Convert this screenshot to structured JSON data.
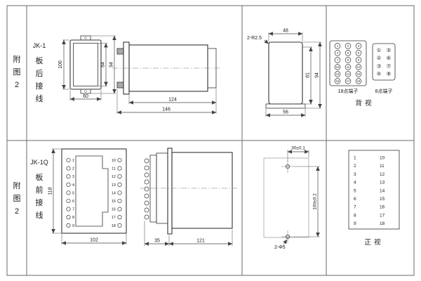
{
  "figure": {
    "row1": {
      "fig_label": [
        "附",
        "图",
        "2"
      ],
      "model": "JK-1",
      "wiring": [
        "板",
        "后",
        "接",
        "线"
      ],
      "front_view": {
        "dim_height": "106",
        "dim_inner": "84",
        "dim_outer": "94",
        "dim_width": "60"
      },
      "side_view": {
        "dim_body": "124",
        "dim_total": "146"
      },
      "cutout": {
        "note": "2-R2.5",
        "dim_top": "48",
        "dim_h1": "81",
        "dim_h2": "94",
        "dim_bottom": "56"
      },
      "terminals": {
        "t18_label": "18点端子",
        "t8_label": "8点端子",
        "view_label": "背视",
        "t18_numbers": [
          "1",
          "2",
          "3",
          "4",
          "5",
          "6",
          "7",
          "8",
          "9",
          "10",
          "11",
          "12",
          "13",
          "14",
          "15",
          "16",
          "17",
          "18"
        ],
        "t8_numbers": [
          "①",
          "⑤",
          "②",
          "⑥",
          "③",
          "⑦",
          "④",
          "⑧"
        ]
      }
    },
    "row2": {
      "fig_label": [
        "附",
        "图",
        "2"
      ],
      "model": "JK-1Q",
      "wiring": [
        "板",
        "前",
        "接",
        "线"
      ],
      "front_view": {
        "dim_height": "118",
        "dim_width": "102",
        "left": [
          "1",
          "2",
          "3",
          "4",
          "5",
          "6",
          "7",
          "8",
          "9"
        ],
        "right": [
          "10",
          "11",
          "12",
          "13",
          "14",
          "15",
          "16",
          "17",
          "18"
        ]
      },
      "side_view": {
        "dim_front": "35",
        "dim_body": "121"
      },
      "drill": {
        "dim_h": "30±0.1",
        "dim_v": "100±0.2",
        "note": "2-Φ5"
      },
      "table": {
        "view_label": "正视"
      }
    }
  }
}
